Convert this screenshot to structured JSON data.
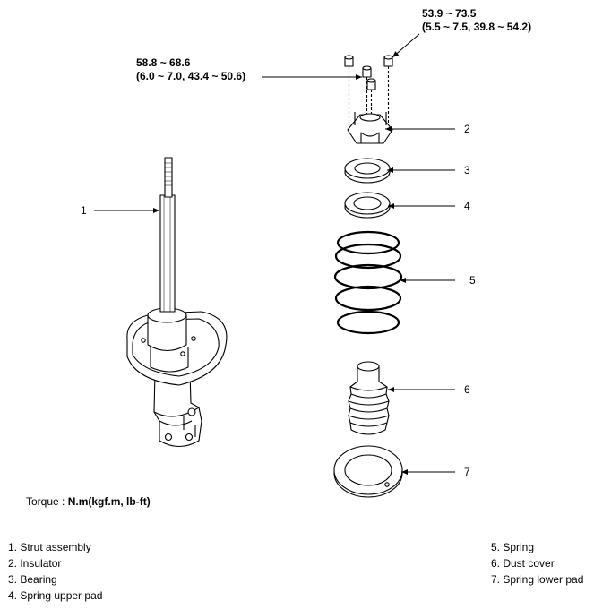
{
  "torque_top_right": {
    "line1": "53.9 ~ 73.5",
    "line2": "(5.5 ~ 7.5, 39.8 ~ 54.2)"
  },
  "torque_left": {
    "line1": "58.8 ~ 68.6",
    "line2": "(6.0 ~ 7.0, 43.4 ~ 50.6)"
  },
  "callouts": [
    "1",
    "2",
    "3",
    "4",
    "5",
    "6",
    "7"
  ],
  "torque_note": {
    "label": "Torque : ",
    "unit": "N.m(kgf.m, lb-ft)"
  },
  "legend": {
    "left": [
      "1. Strut assembly",
      "2. Insulator",
      "3. Bearing",
      "4. Spring upper pad"
    ],
    "right": [
      "5. Spring",
      "6. Dust cover",
      "7. Spring lower pad"
    ]
  }
}
